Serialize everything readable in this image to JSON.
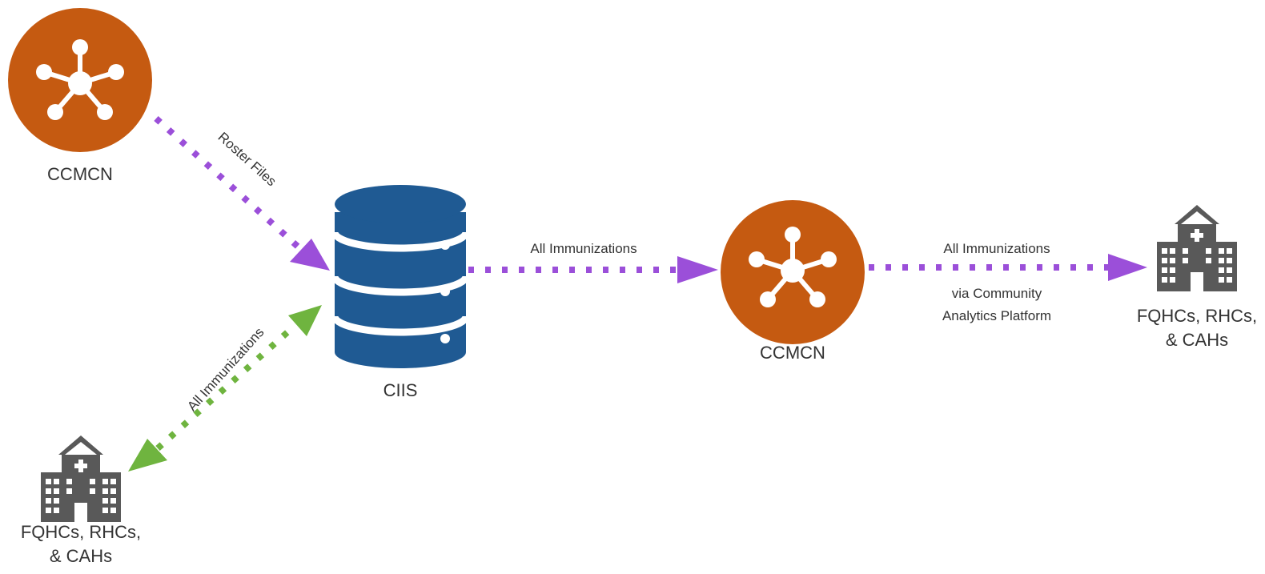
{
  "colors": {
    "ccmcn_fill": "#C55A11",
    "database_fill": "#1F5A93",
    "building_fill": "#595959",
    "roster_arrow": "#9B4FD9",
    "immunization_arrow_green": "#6FB43F",
    "label_text": "#333333"
  },
  "nodes": {
    "ccmcn_top": {
      "label": "CCMCN",
      "icon": "network-hub-icon"
    },
    "ciis": {
      "label": "CIIS",
      "icon": "database-icon"
    },
    "ccmcn_mid": {
      "label": "CCMCN",
      "icon": "network-hub-icon"
    },
    "facility_bottom": {
      "label_line1": "FQHCs, RHCs,",
      "label_line2": "& CAHs",
      "icon": "hospital-building-icon"
    },
    "facility_right": {
      "label_line1": "FQHCs, RHCs,",
      "label_line2": "& CAHs",
      "icon": "hospital-building-icon"
    }
  },
  "edges": {
    "roster": {
      "label": "Roster Files"
    },
    "facility_to_ciis": {
      "label": "All Immunizations"
    },
    "ciis_to_ccmcn": {
      "label": "All Immunizations"
    },
    "ccmcn_to_facility": {
      "label_line1": "All Immunizations",
      "label_line2": "via Community",
      "label_line3": "Analytics Platform"
    }
  }
}
